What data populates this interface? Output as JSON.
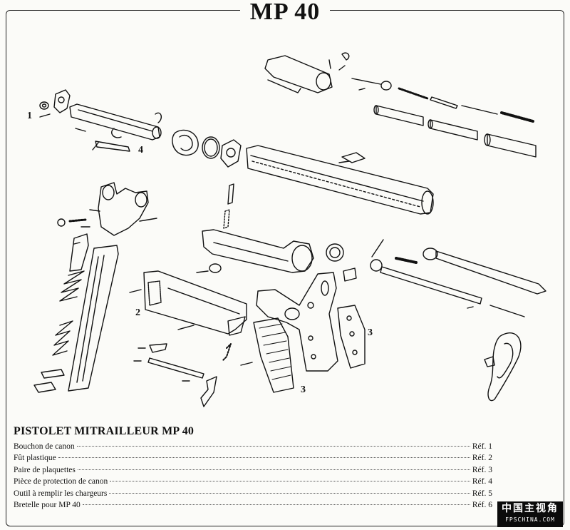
{
  "title": "MP 40",
  "callouts": [
    "1",
    "2",
    "3",
    "3",
    "4"
  ],
  "legend": {
    "heading": "PISTOLET MITRAILLEUR MP 40",
    "rows": [
      {
        "part": "Bouchon de canon",
        "ref": "Réf. 1"
      },
      {
        "part": "Fût plastique",
        "ref": "Réf. 2"
      },
      {
        "part": "Paire de plaquettes",
        "ref": "Réf. 3"
      },
      {
        "part": "Pièce de protection de canon",
        "ref": "Réf. 4"
      },
      {
        "part": "Outil à remplir les chargeurs",
        "ref": "Réf. 5"
      },
      {
        "part": "Bretelle pour MP 40",
        "ref": "Réf. 6"
      }
    ]
  },
  "watermark": {
    "text": "中国主视角",
    "url": "FPSCHINA.COM"
  },
  "colors": {
    "ink": "#111111",
    "paper": "#fbfbf8"
  }
}
